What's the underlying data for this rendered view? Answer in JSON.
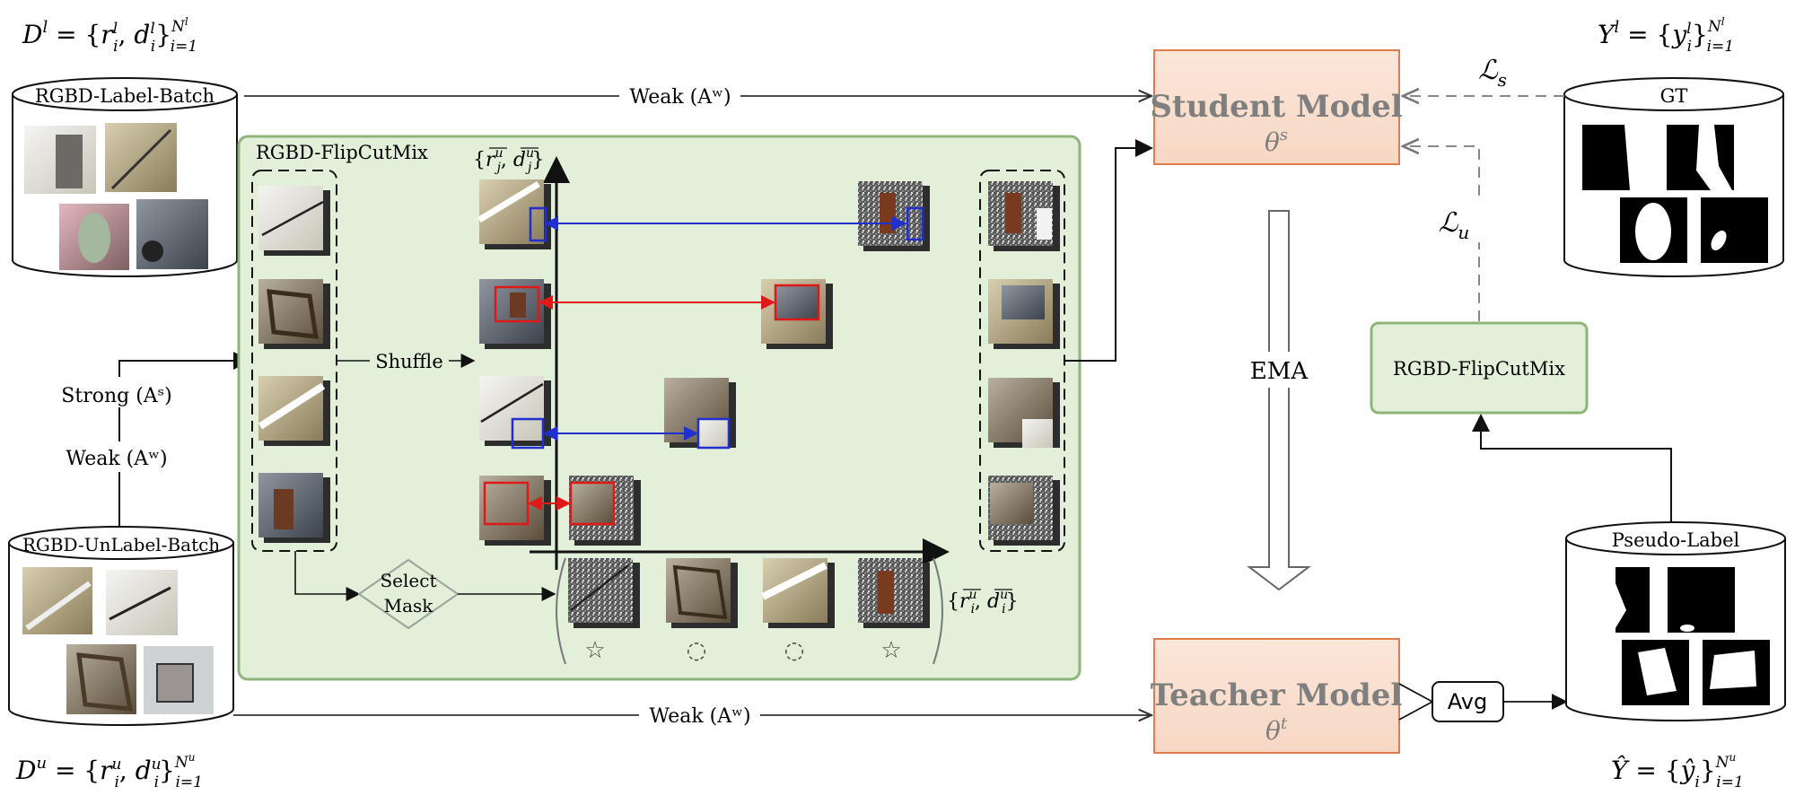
{
  "top_left_formula": {
    "prefix": "D",
    "sup": "l",
    "body": "= {r",
    "tail": "}",
    "N": "N",
    "Nsup": "l",
    "range": "i=1",
    "i_l": "i",
    "i_sup": "l",
    "d": ", d"
  },
  "bottom_left_formula": {
    "prefix": "D",
    "sup": "u"
  },
  "top_right_formula": {
    "prefix": "Y",
    "sup": "l"
  },
  "bottom_right_formula": {
    "prefix": "Ŷ"
  },
  "labeled_batch": {
    "title": "RGBD-Label-Batch"
  },
  "unlabeled_batch": {
    "title": "RGBD-UnLabel-Batch"
  },
  "gt_db": {
    "title": "GT"
  },
  "pseudo_db": {
    "title": "Pseudo-Label"
  },
  "flipcutmix_panel": {
    "title": "RGBD-FlipCutMix"
  },
  "flipcutmix_box": {
    "title": "RGBD-FlipCutMix"
  },
  "student": {
    "title": "Student Model",
    "param": "θ",
    "param_sup": "s"
  },
  "teacher": {
    "title": "Teacher Model",
    "param": "θ",
    "param_sup": "t"
  },
  "ema_label": "EMA",
  "avg_label": "Avg",
  "shuffle_label": "Shuffle",
  "select_mask": {
    "line1": "Select",
    "line2": "Mask"
  },
  "weak_top": "Weak (Aʷ)",
  "weak_bottom": "Weak (Aʷ)",
  "weak_left": "Weak (Aʷ)",
  "strong_left": "Strong (Aˢ)",
  "loss_s": {
    "L": "ℒ",
    "sub": "s"
  },
  "loss_u": {
    "L": "ℒ",
    "sub": "u"
  },
  "axis_y_label": {
    "open": "{",
    "r": "r",
    "sup_r": "u",
    "sub_r": "j",
    "d": "d",
    "sup_d": "u",
    "sub_d": "j",
    "close": "}"
  },
  "axis_x_label": {
    "open": "{",
    "r": "r",
    "sup_r": "u",
    "sub_r": "i",
    "d": "d",
    "sup_d": "u",
    "sub_d": "i",
    "close": "}"
  },
  "mask_symbols": [
    "☆",
    "◌",
    "◌",
    "☆"
  ],
  "colors": {
    "panel_fill": "#e2efd9",
    "panel_stroke": "#8fb47a",
    "model_fill": "#fbe3d6",
    "model_stroke": "#e07b4a",
    "model_text": "#7f7f7f",
    "blue": "#1f2fd0",
    "red": "#e01818"
  }
}
